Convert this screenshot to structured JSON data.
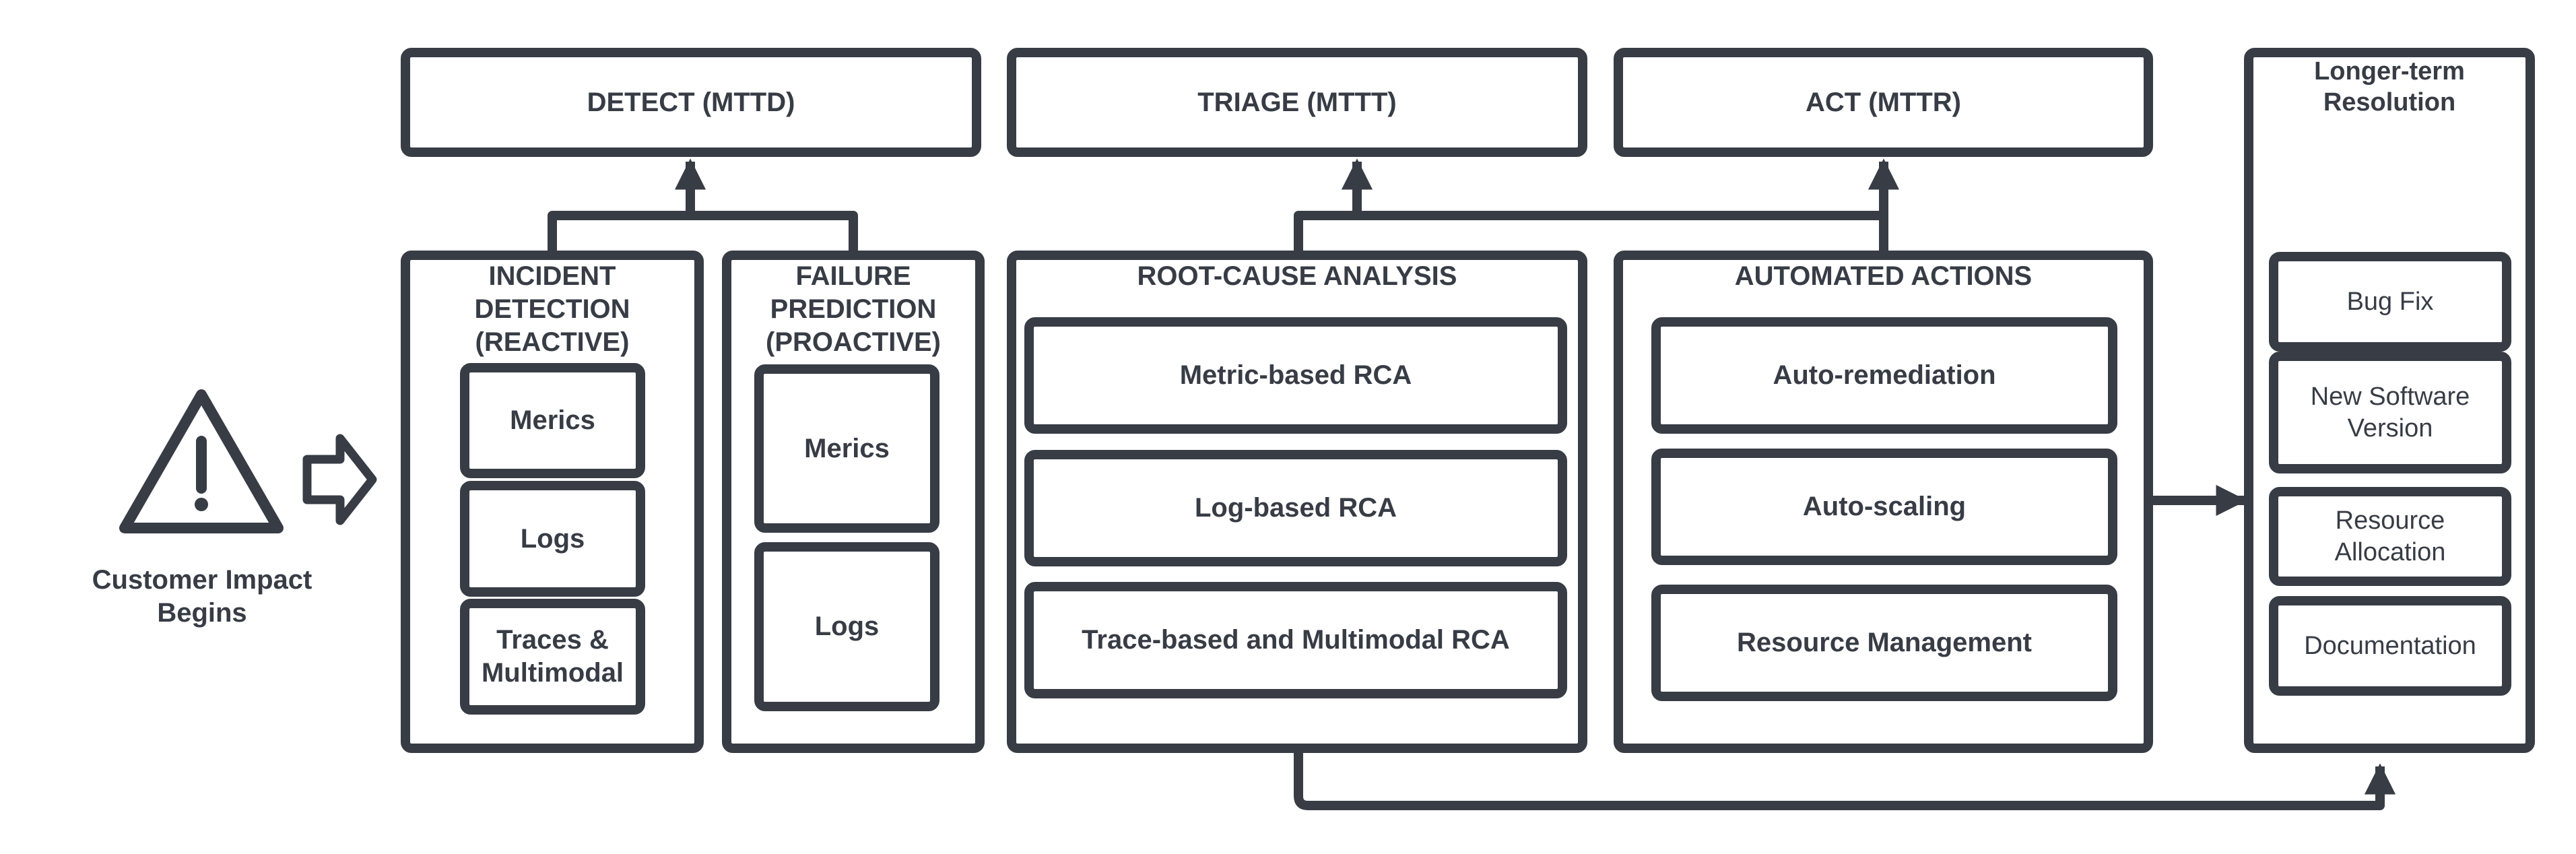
{
  "start": {
    "icon": "warning-triangle-icon",
    "label": "Customer Impact\nBegins",
    "arrow_icon": "hollow-right-arrow-icon"
  },
  "stages": {
    "detect": "DETECT (MTTD)",
    "triage": "TRIAGE (MTTT)",
    "act": "ACT (MTTR)"
  },
  "incident_detection": {
    "title": "INCIDENT\nDETECTION\n(REACTIVE)",
    "items": [
      "Merics",
      "Logs",
      "Traces &\nMultimodal"
    ]
  },
  "failure_prediction": {
    "title": "FAILURE\nPREDICTION\n(PROACTIVE)",
    "items": [
      "Merics",
      "Logs"
    ]
  },
  "root_cause_analysis": {
    "title": "ROOT-CAUSE ANALYSIS",
    "items": [
      "Metric-based RCA",
      "Log-based RCA",
      "Trace-based and Multimodal RCA"
    ]
  },
  "automated_actions": {
    "title": "AUTOMATED ACTIONS",
    "items": [
      "Auto-remediation",
      "Auto-scaling",
      "Resource Management"
    ]
  },
  "longer_term_resolution": {
    "title": "Longer-term\nResolution",
    "items": [
      "Bug Fix",
      "New  Software\nVersion",
      "Resource\nAllocation",
      "Documentation"
    ]
  },
  "colors": {
    "stroke": "#373c45",
    "background": "#ffffff"
  }
}
